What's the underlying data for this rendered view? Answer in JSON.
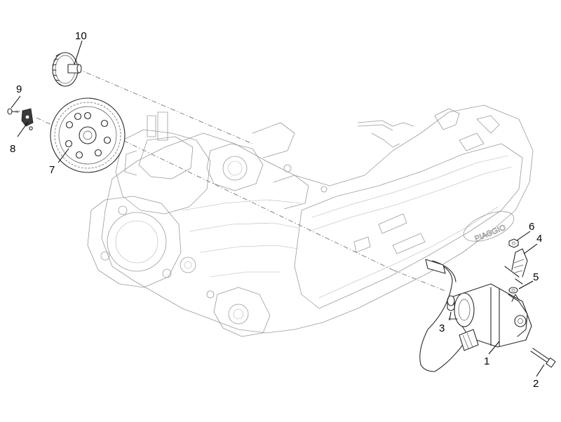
{
  "callouts": [
    {
      "id": "1",
      "label": "1"
    },
    {
      "id": "2",
      "label": "2"
    },
    {
      "id": "3",
      "label": "3"
    },
    {
      "id": "4",
      "label": "4"
    },
    {
      "id": "5",
      "label": "5"
    },
    {
      "id": "6",
      "label": "6"
    },
    {
      "id": "7",
      "label": "7"
    },
    {
      "id": "8",
      "label": "8"
    },
    {
      "id": "9",
      "label": "9"
    },
    {
      "id": "10",
      "label": "10"
    }
  ],
  "engine": {
    "brand_text": "PIAGGIO"
  }
}
